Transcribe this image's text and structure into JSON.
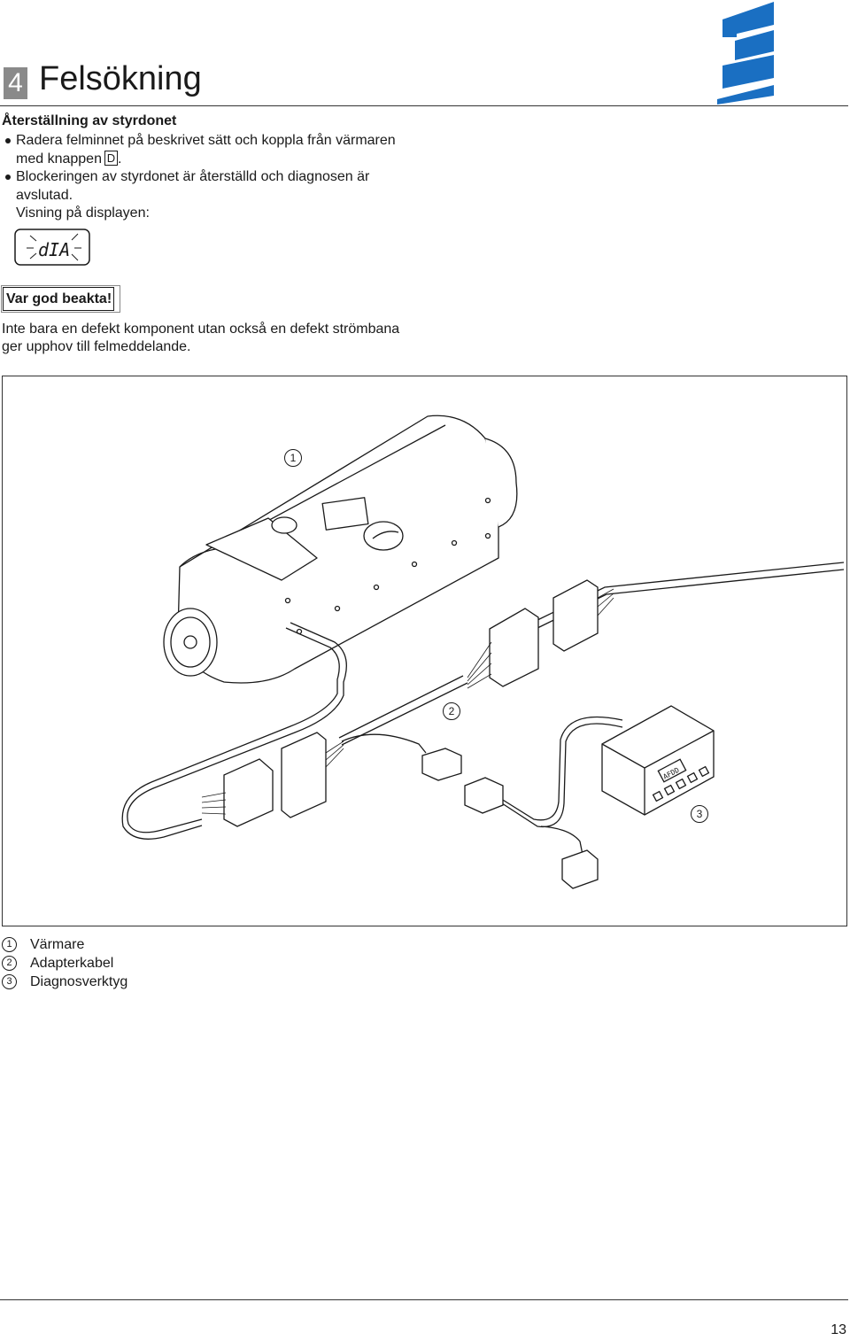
{
  "header": {
    "chapter_number": "4",
    "chapter_title": "Felsökning",
    "logo_icon": "eberspaecher-logo-icon",
    "logo_color": "#1a6fc2"
  },
  "section": {
    "heading": "Återställning av styrdonet",
    "bullet1_text": "Radera felminnet på beskrivet sätt och koppla från värmaren med knappen",
    "bullet1_key": "D",
    "bullet1_end": ".",
    "bullet2_text": "Blockeringen av styrdonet är återställd och diagnosen är avslutad.",
    "display_label": "Visning på displayen:",
    "display_value": "dIA"
  },
  "notice": {
    "label": "Var god beakta!",
    "text": "Inte bara en defekt komponent utan också en defekt strömbana ger upphov till felmeddelande."
  },
  "figure": {
    "callouts": [
      "1",
      "2",
      "3"
    ],
    "diagnostic_screen": "AFDD"
  },
  "legend": [
    {
      "num": "1",
      "label": "Värmare"
    },
    {
      "num": "2",
      "label": "Adapterkabel"
    },
    {
      "num": "3",
      "label": "Diagnosverktyg"
    }
  ],
  "footer": {
    "page_number": "13"
  }
}
